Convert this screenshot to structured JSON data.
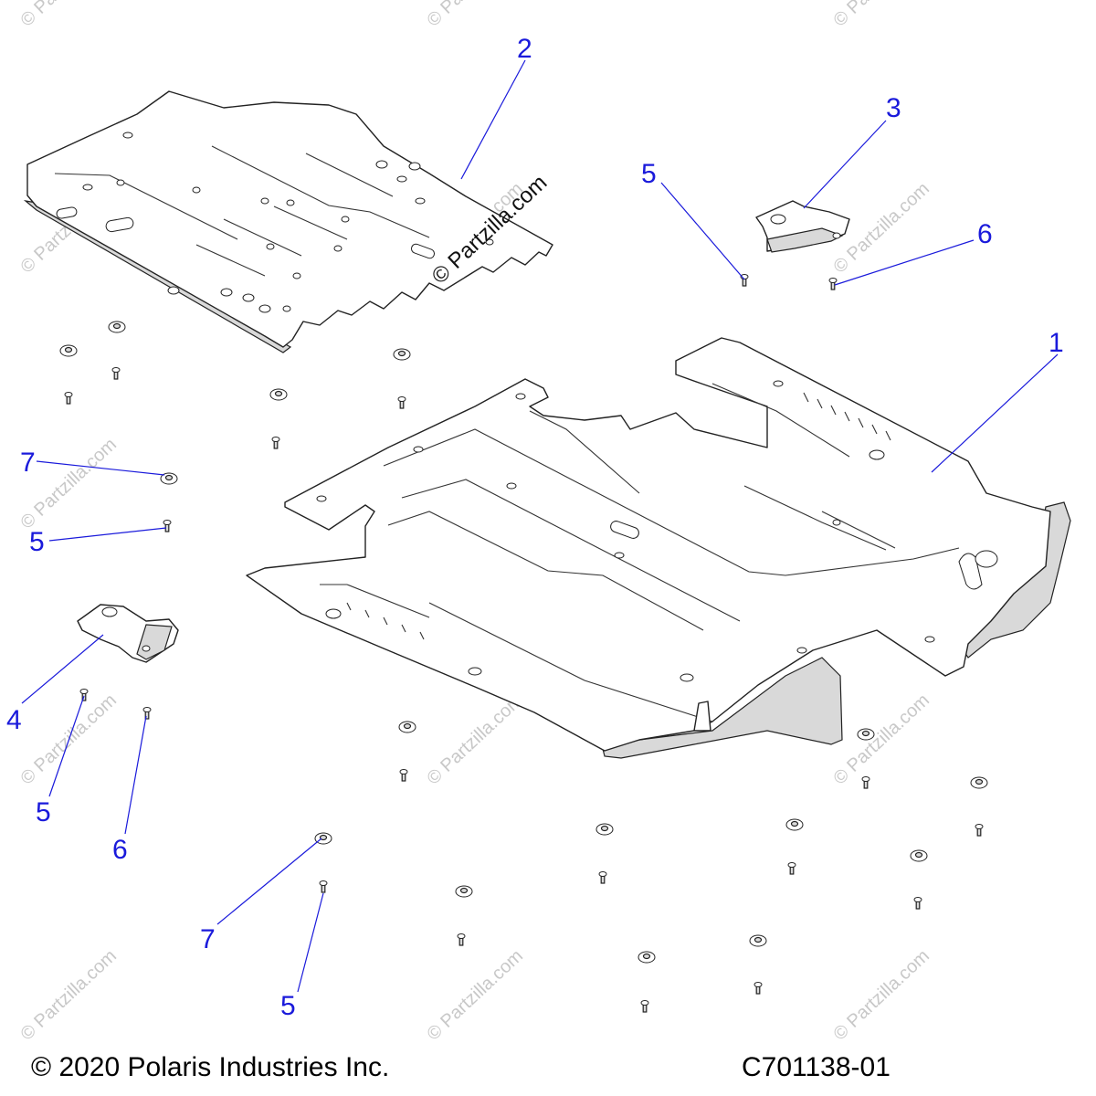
{
  "watermark": {
    "text": "© Partzilla.com"
  },
  "callouts": [
    {
      "label": "1"
    },
    {
      "label": "2"
    },
    {
      "label": "3"
    },
    {
      "label": "4"
    },
    {
      "label": "5"
    },
    {
      "label": "5"
    },
    {
      "label": "5"
    },
    {
      "label": "5"
    },
    {
      "label": "6"
    },
    {
      "label": "6"
    },
    {
      "label": "7"
    },
    {
      "label": "7"
    }
  ],
  "footer": {
    "copyright": "© 2020 Polaris Industries Inc.",
    "drawing_number": "C701138-01"
  },
  "colors": {
    "callout": "#1a1adb",
    "line": "#222222",
    "watermark": "#c8c8c8"
  }
}
